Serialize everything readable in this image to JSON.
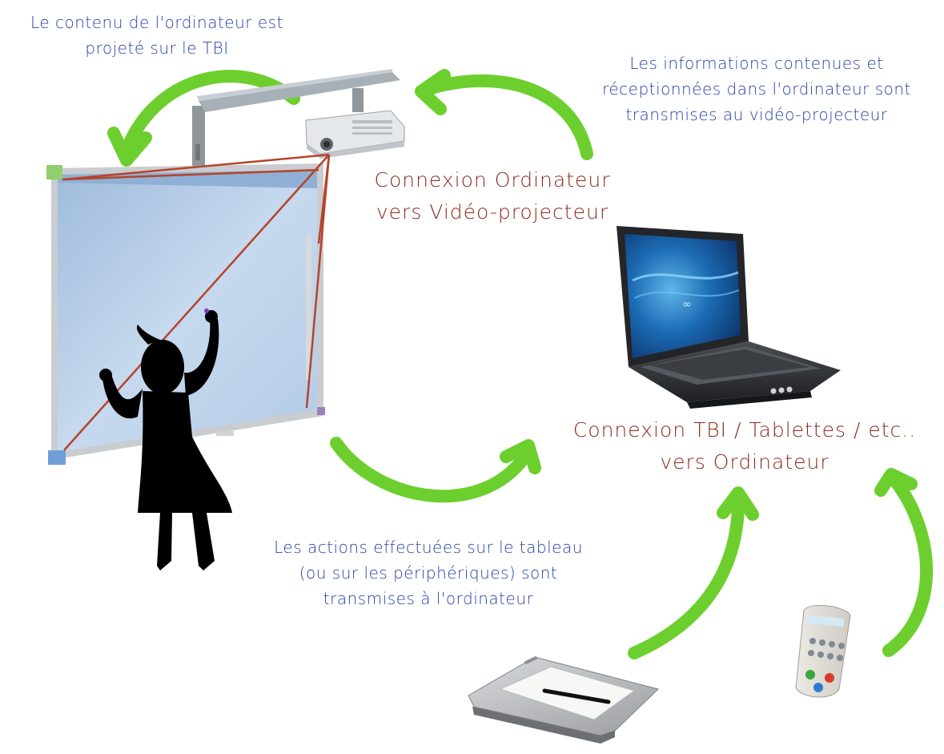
{
  "labels": {
    "projection_note": [
      "Le contenu de l'ordinateur est",
      "projeté sur le TBI"
    ],
    "transmission_note": [
      "Les informations contenues et",
      "réceptionnées dans l'ordinateur sont",
      "transmises au vidéo-projecteur"
    ],
    "computer_to_projector": [
      "Connexion Ordinateur",
      "vers Vidéo-projecteur"
    ],
    "devices_to_computer": [
      "Connexion TBI / Tablettes / etc..",
      "vers Ordinateur"
    ],
    "actions_note": [
      "Les actions effectuées sur le tableau",
      "(ou sur les périphériques) sont",
      "transmises à l'ordinateur"
    ]
  },
  "colors": {
    "note_text": "#2741a8",
    "connection_text": "#8b2b1e",
    "arrow": "#6ccf2e",
    "projection_lines": "#b5442a",
    "board_surface": "#bcd3ea",
    "silhouette": "#000000"
  },
  "icons": [
    "interactive-whiteboard-icon",
    "projector-icon",
    "child-silhouette-icon",
    "laptop-icon",
    "graphics-tablet-icon",
    "remote-control-icon"
  ]
}
